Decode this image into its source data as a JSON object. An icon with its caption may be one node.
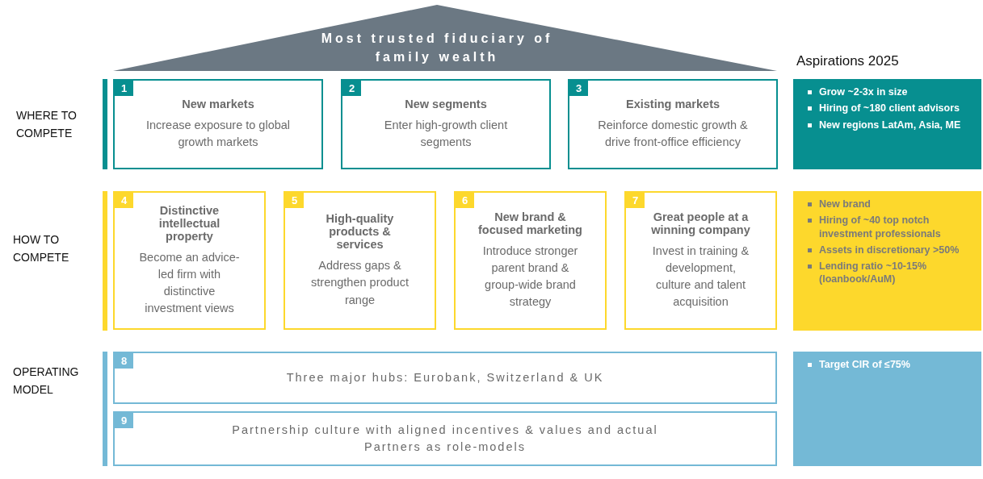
{
  "diagram": {
    "nodes": [
      {
        "text": [
          "Most trusted fiduciary of family wealth"
        ]
      },
      {
        "text": [
          "1",
          "New markets",
          "Increase exposure to global growth markets"
        ]
      },
      {
        "text": [
          "2",
          "New segments",
          "Enter high-growth client segments"
        ]
      },
      {
        "text": [
          "3",
          "Existing markets",
          "Reinforce domestic growth & drive front-office efficiency"
        ]
      },
      {
        "text": [
          "Grow ~2-3x in size",
          "Hiring of ~180 client advisors",
          "New regions LatAm, Asia, ME"
        ]
      },
      {
        "text": [
          "4",
          "Distinctive intellectual property",
          "Become an advice-led firm with distinctive investment views"
        ]
      },
      {
        "text": [
          "5",
          "High-quality products & services",
          "Address gaps & strengthen product range"
        ]
      },
      {
        "text": [
          "6",
          "New brand & focused marketing",
          "Introduce stronger parent brand & group-wide brand strategy"
        ]
      },
      {
        "text": [
          "7",
          "Great people at a winning company",
          "Invest in training & development, culture and talent acquisition"
        ]
      },
      {
        "text": [
          "New brand",
          "Hiring of ~40 top notch investment professionals",
          "Assets in discretionary >50%",
          "Lending ratio ~10-15% (loanbook/AuM)"
        ]
      },
      {
        "text": [
          "8",
          "Three major hubs: Eurobank, Switzerland & UK"
        ]
      },
      {
        "text": [
          "9",
          "Partnership culture with aligned incentives & values and actual Partners as role-models"
        ]
      },
      {
        "text": [
          "Target CIR of ≤75%"
        ]
      }
    ],
    "labels": [
      "Aspirations 2025",
      "WHERE TO COMPETE",
      "HOW TO COMPETE",
      "OPERATING MODEL"
    ]
  }
}
